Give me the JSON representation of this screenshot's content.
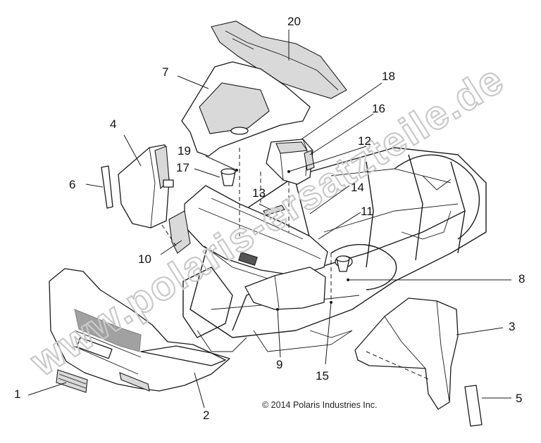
{
  "callouts": {
    "c1": "1",
    "c2": "2",
    "c3": "3",
    "c4": "4",
    "c5": "5",
    "c6": "6",
    "c7": "7",
    "c8": "8",
    "c9": "9",
    "c10": "10",
    "c11": "11",
    "c12": "12",
    "c13": "13",
    "c14": "14",
    "c15": "15",
    "c16": "16",
    "c17": "17",
    "c18": "18",
    "c19": "19",
    "c20": "20"
  },
  "copyright": "© 2014 Polaris Industries Inc.",
  "watermark": "www.polaris-ersatzteile.de",
  "colors": {
    "line": "#1a1a1a",
    "shade": "#d9d9d9",
    "watermark": "#c9c9c9"
  }
}
